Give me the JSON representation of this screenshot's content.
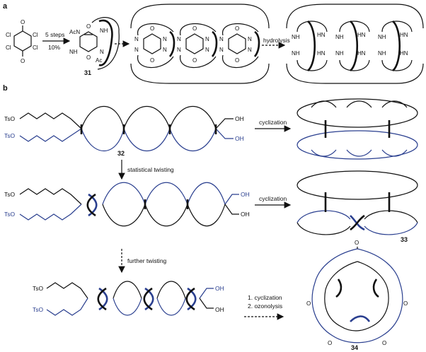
{
  "panels": {
    "a": "a",
    "b": "b"
  },
  "labels": {
    "cl": "Cl",
    "o": "O",
    "n": "N",
    "nh": "NH",
    "hn": "HN",
    "acn": "AcN",
    "ac": "Ac",
    "ts": "TsO",
    "oh": "OH"
  },
  "reactions": {
    "steps": "5 steps",
    "yield": "10%",
    "hydrolysis": "hydrolysis",
    "cyclization": "cyclization",
    "statistical_twisting": "statistical twisting",
    "further_twisting": "further twisting",
    "step1": "1. cyclization",
    "step2": "2. ozonolysis"
  },
  "compounds": {
    "c31": "31",
    "c32": "32",
    "c33": "33",
    "c34": "34"
  },
  "colors": {
    "black": "#111111",
    "blue": "#2a3f8f"
  }
}
